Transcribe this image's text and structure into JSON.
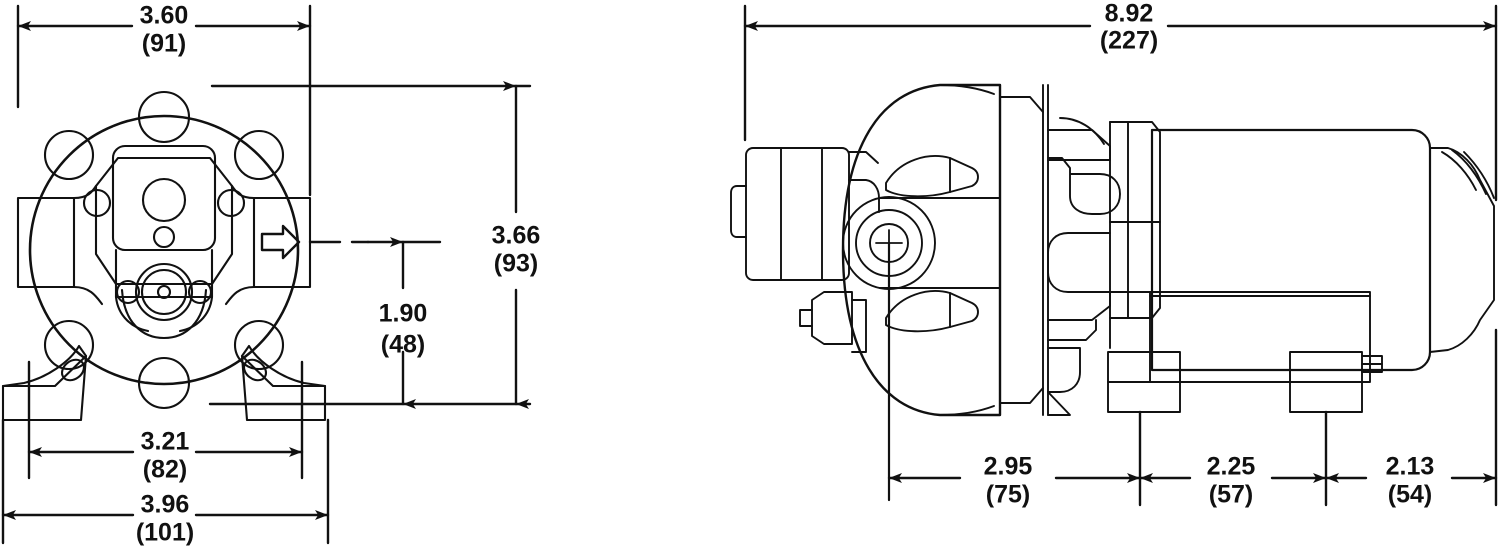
{
  "drawing": {
    "type": "engineering-dimension-drawing",
    "subject": "Diaphragm pump — front view and side view",
    "units_note": "Primary dimensions in inches, bracketed values in millimeters",
    "line_color": "#111111",
    "background": "#ffffff"
  },
  "views": {
    "front": {
      "name": "front-view",
      "label": "Pump front / end view",
      "features": [
        "circular-pump-head",
        "four-bolt-holes",
        "square-valve-plate",
        "outlet-port-arrow",
        "mounting-feet"
      ]
    },
    "side": {
      "name": "side-view",
      "label": "Pump side elevation",
      "features": [
        "pressure-switch-housing",
        "pump-head",
        "motor-body",
        "cooling-fins",
        "mounting-feet"
      ]
    }
  },
  "dimensions": {
    "front_top_width": {
      "id": "dim-3-60",
      "inch": "3.60",
      "mm": "(91)"
    },
    "front_bolt_spacing": {
      "id": "dim-3-21",
      "inch": "3.21",
      "mm": "(82)"
    },
    "front_overall_width": {
      "id": "dim-3-96",
      "inch": "3.96",
      "mm": "(101)"
    },
    "front_overall_height": {
      "id": "dim-3-66",
      "inch": "3.66",
      "mm": "(93)"
    },
    "front_foot_height": {
      "id": "dim-1-90",
      "inch": "1.90",
      "mm": "(48)"
    },
    "side_overall_length": {
      "id": "dim-8-92",
      "inch": "8.92",
      "mm": "(227)"
    },
    "side_seg_a": {
      "id": "dim-2-95",
      "inch": "2.95",
      "mm": "(75)"
    },
    "side_seg_b": {
      "id": "dim-2-25",
      "inch": "2.25",
      "mm": "(57)"
    },
    "side_seg_c": {
      "id": "dim-2-13",
      "inch": "2.13",
      "mm": "(54)"
    }
  },
  "icons": {
    "outlet_arrow": "flow-arrow-icon",
    "center_mark": "center-mark-icon"
  }
}
